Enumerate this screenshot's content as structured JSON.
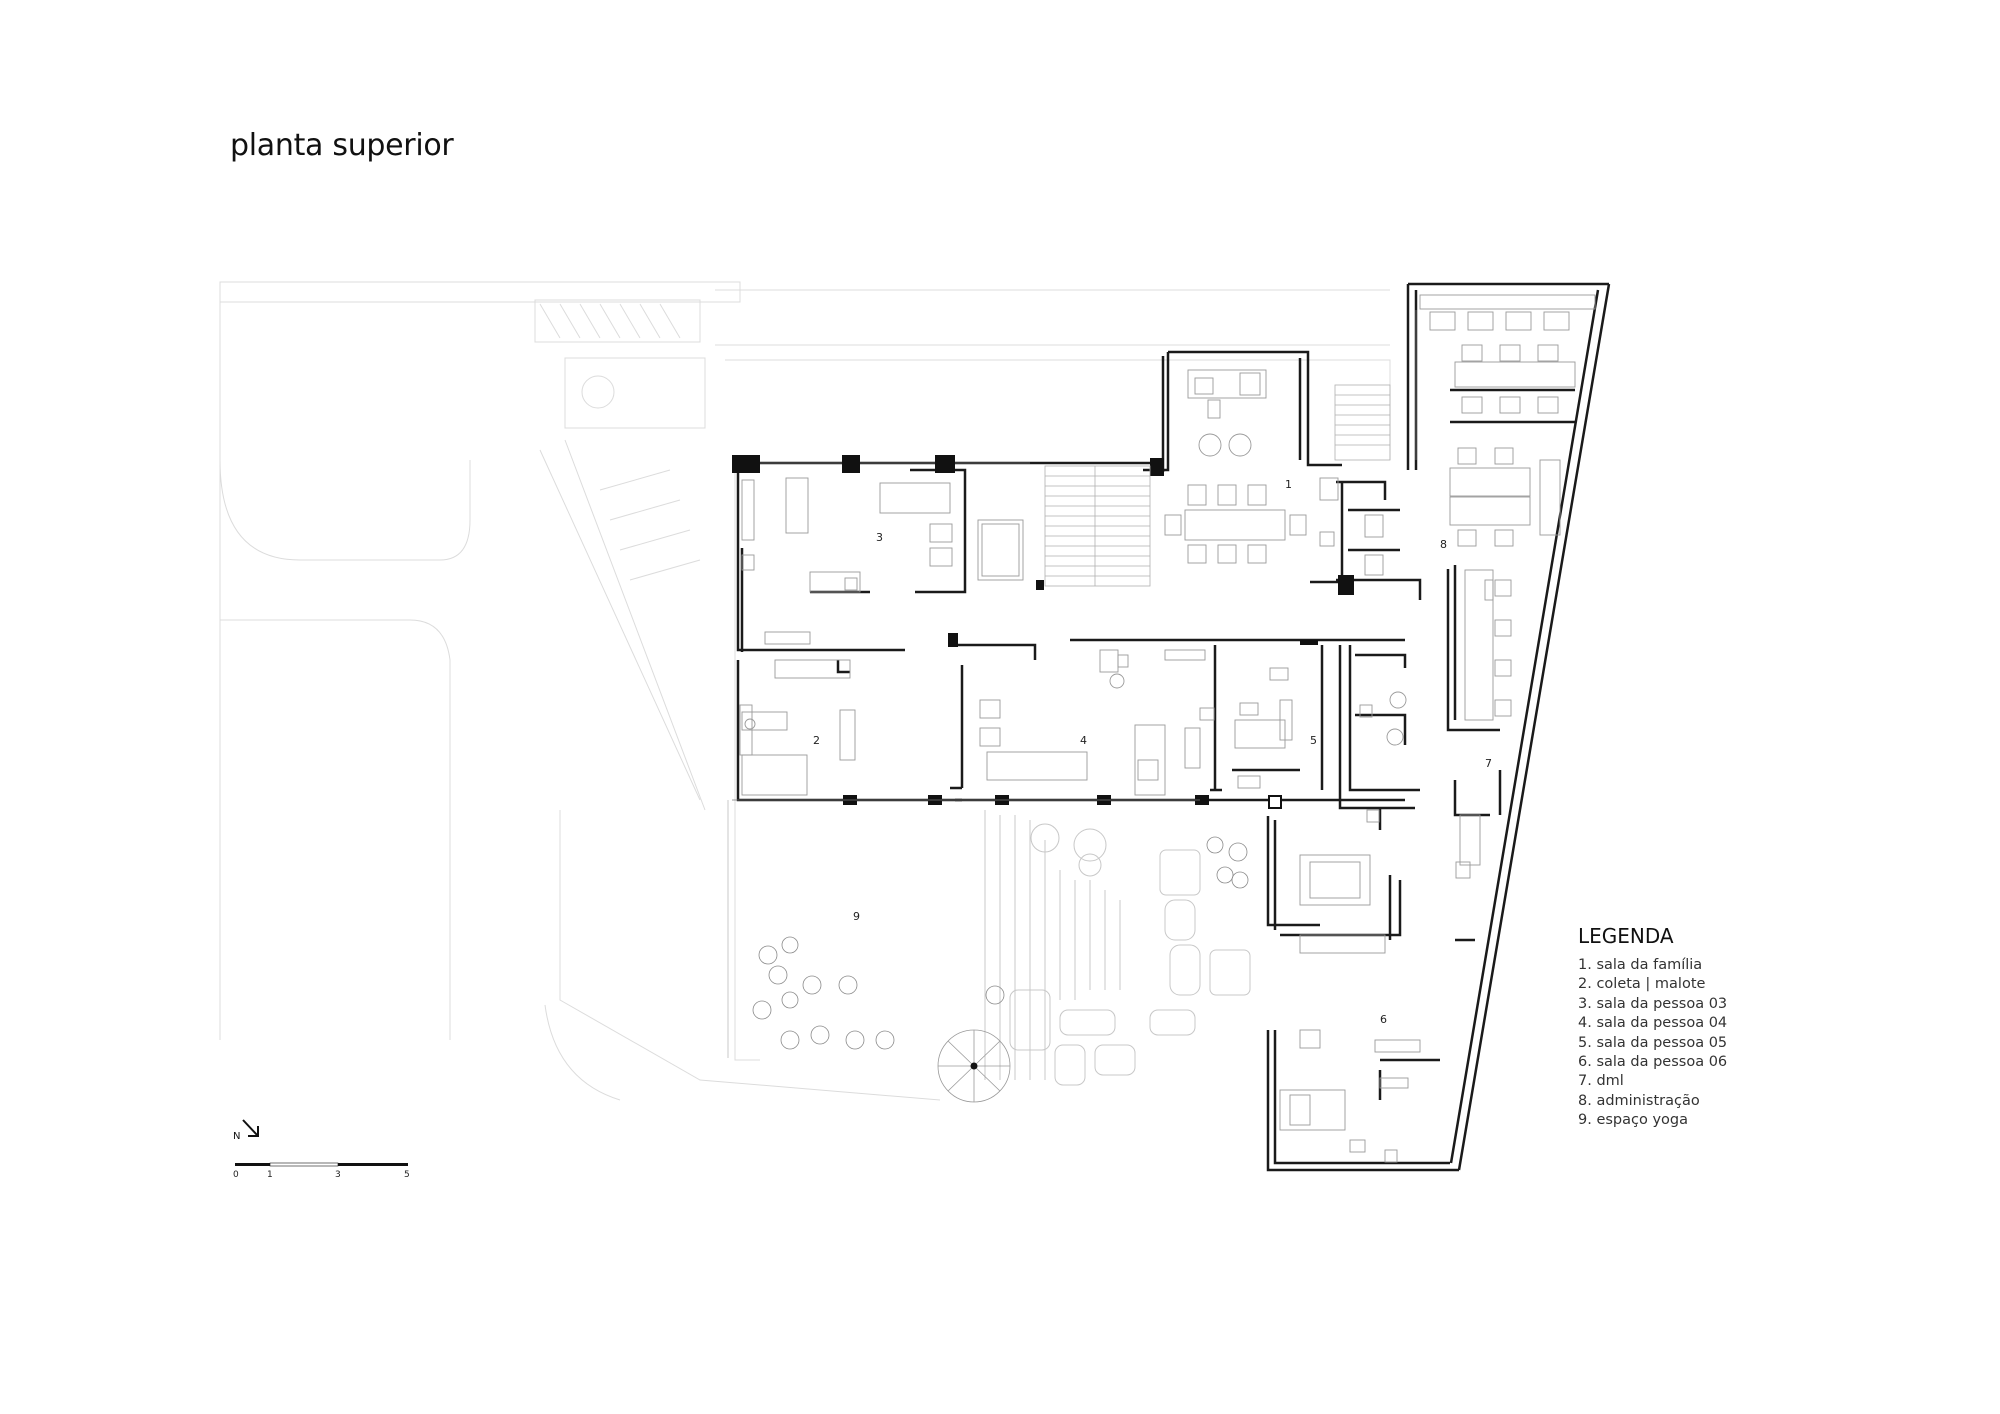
{
  "title": "planta superior",
  "legend": {
    "title": "LEGENDA",
    "items": [
      "1. sala da família",
      "2. coleta | malote",
      "3. sala da pessoa 03",
      "4. sala da pessoa 04",
      "5. sala da pessoa 05",
      "6. sala da pessoa 06",
      "7. dml",
      "8. administração",
      "9. espaço yoga"
    ]
  },
  "rooms": [
    "1",
    "2",
    "3",
    "4",
    "5",
    "6",
    "7",
    "8",
    "9"
  ],
  "north": {
    "label": "N"
  },
  "scale_bar": {
    "ticks": [
      "0",
      "1",
      "3",
      "5"
    ]
  },
  "colors": {
    "wall": "#1a1a1a",
    "context": "#d4d4d4",
    "furniture": "#9a9a9a"
  }
}
